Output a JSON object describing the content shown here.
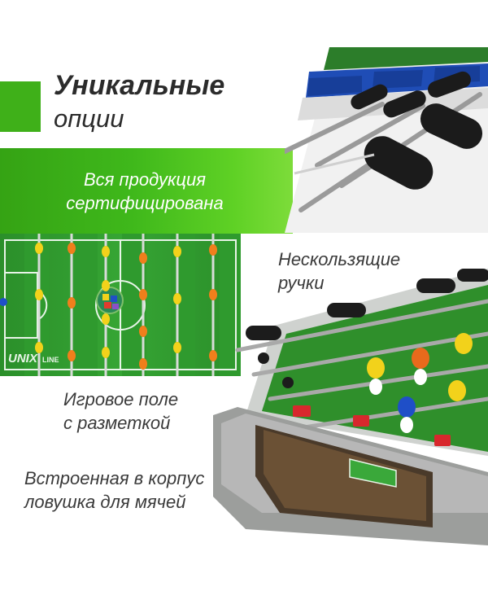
{
  "header": {
    "title_line1": "Уникальные",
    "title_line2": "опции"
  },
  "banner": {
    "line1": "Вся продукция",
    "line2": "сертифицирована"
  },
  "features": {
    "handles_line1": "Нескользящие",
    "handles_line2": "ручки",
    "field_line1": "Игровое поле",
    "field_line2": "с разметкой",
    "trap_line1": "Встроенная в корпус",
    "trap_line2": "ловушка для мячей"
  },
  "field_logo": {
    "brand": "UNIX",
    "sub": "LINE"
  },
  "colors": {
    "accent_green": "#3fb019",
    "field_green": "#2f9a2c",
    "text_dark": "#2b2b2b",
    "player_yellow": "#f2d21b",
    "player_orange": "#f07f1c",
    "player_blue": "#1f4fc8",
    "table_gray": "#b7b7b7"
  }
}
